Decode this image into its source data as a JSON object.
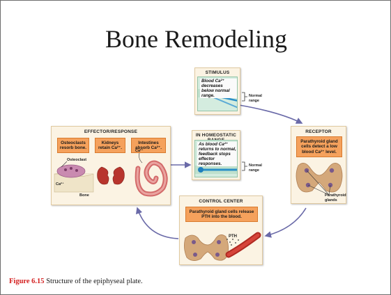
{
  "slide": {
    "title": "Bone Remodeling",
    "caption": {
      "label": "Figure 6.15",
      "text": "Structure of the epiphyseal plate."
    }
  },
  "diagram": {
    "stimulus": {
      "title": "STIMULUS",
      "chart_text": "Blood Ca²⁺ decreases below normal range.",
      "range_label": "Normal range"
    },
    "homeostatic": {
      "title": "IN HOMEOSTATIC RANGE",
      "chart_text": "As blood Ca²⁺ returns to normal, feedback stops effector responses.",
      "range_label": "Normal range"
    },
    "receptor": {
      "title": "RECEPTOR",
      "box_text": "Parathyroid gland cells detect a low blood Ca²⁺ level.",
      "organ_label": "Parathyroid glands"
    },
    "control_center": {
      "title": "CONTROL CENTER",
      "box_text": "Parathyroid gland cells release PTH into the blood.",
      "hormone_label": "PTH"
    },
    "effector": {
      "title": "EFFECTOR/RESPONSE",
      "responses": [
        "Osteoclasts resorb bone.",
        "Kidneys retain Ca²⁺.",
        "Intestines absorb Ca²⁺."
      ],
      "osteoclast_label": "Osteoclast",
      "bone_label": "Bone",
      "ion_label": "Ca²⁺"
    }
  },
  "colors": {
    "box_bg": "#fbf3e3",
    "orange_box": "#f5a15c",
    "chart_bg": "#d4ecdf",
    "arrow": "#6a6aa8",
    "caption_label": "#d42020"
  }
}
